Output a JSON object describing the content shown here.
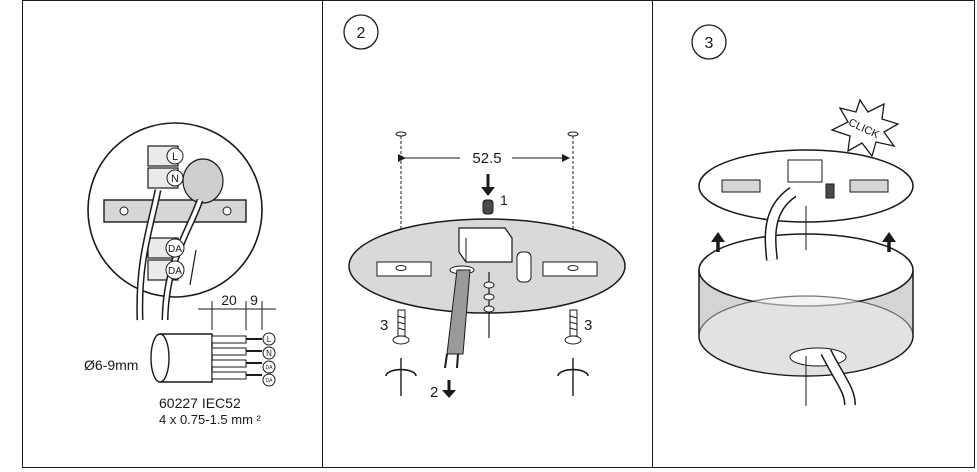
{
  "panels": [
    {
      "strip_dims": [
        "20",
        "9"
      ],
      "cable_diameter": "Ø6-9mm",
      "terminals": [
        "L",
        "N",
        "DA",
        "DA"
      ],
      "wire_marks": [
        "L",
        "N",
        "DA",
        "DA"
      ],
      "cable_spec_line1": "60227 IEC52",
      "cable_spec_line2": "4 x 0.75-1.5 mm ²"
    },
    {
      "step_number": "2",
      "hole_spacing": "52.5",
      "label_1": "1",
      "label_2": "2",
      "screw_label_left": "3",
      "screw_label_right": "3"
    },
    {
      "step_number": "3",
      "click_text": "CLICK"
    }
  ]
}
